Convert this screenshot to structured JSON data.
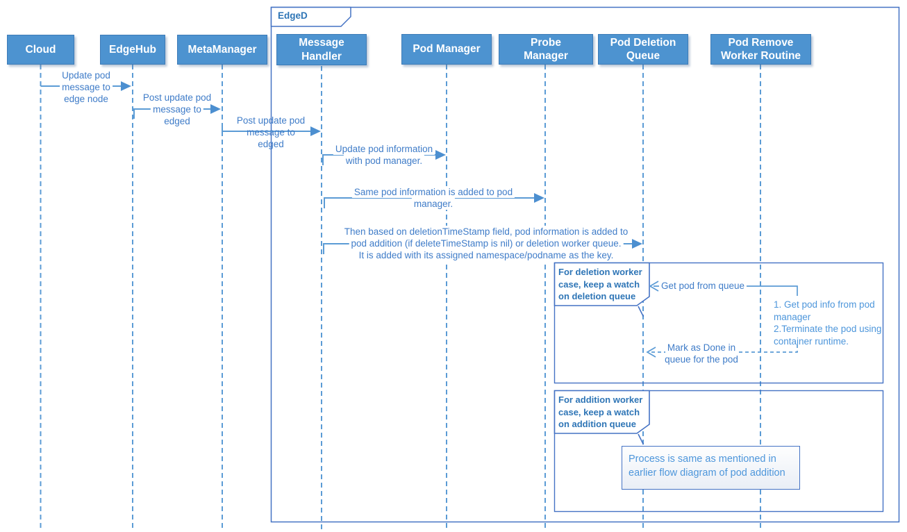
{
  "frame": {
    "label": "EdgeD"
  },
  "actors": [
    {
      "label": "Cloud"
    },
    {
      "label": "EdgeHub"
    },
    {
      "label": "MetaManager"
    },
    {
      "label": "Message Handler"
    },
    {
      "label": "Pod Manager"
    },
    {
      "label": "Probe Manager"
    },
    {
      "label": "Pod Deletion Queue"
    },
    {
      "label": "Pod Remove Worker Routine"
    }
  ],
  "messages": [
    {
      "from": "Cloud",
      "to": "EdgeHub",
      "lines": [
        "Update pod",
        "message to",
        "edge node"
      ]
    },
    {
      "from": "EdgeHub",
      "to": "MetaManager",
      "lines": [
        "Post update pod",
        "message to",
        "edged"
      ]
    },
    {
      "from": "MetaManager",
      "to": "Message Handler",
      "lines": [
        "Post update pod",
        "message to",
        "edged"
      ]
    },
    {
      "from": "Message Handler",
      "to": "Pod Manager",
      "lines": [
        "Update pod information",
        "with pod manager."
      ]
    },
    {
      "from": "Message Handler",
      "to": "Probe Manager",
      "lines": [
        "Same pod information is added to pod",
        "manager."
      ]
    },
    {
      "from": "Message Handler",
      "to": "Pod Deletion Queue",
      "lines": [
        "Then based on deletionTimeStamp field, pod information is added to",
        "pod addition (if deleteTimeStamp is nil) or deletion worker queue.",
        "It is added with its assigned namespace/podname as the key."
      ]
    },
    {
      "from": "Pod Remove Worker Routine",
      "to": "Pod Deletion Queue",
      "lines": [
        "Get pod from queue"
      ]
    },
    {
      "from": "Pod Remove Worker Routine",
      "to": "Pod Deletion Queue",
      "lines": [
        "Mark as Done in",
        "queue for the pod"
      ]
    }
  ],
  "callouts": [
    {
      "lines": [
        "For deletion worker",
        "case, keep a watch",
        "on deletion queue"
      ]
    },
    {
      "lines": [
        "For addition worker",
        "case, keep a watch",
        "on addition queue"
      ]
    }
  ],
  "notes": [
    {
      "lines": [
        "1. Get pod info from pod",
        "manager",
        "2.Terminate the pod using",
        "container runtime."
      ]
    },
    {
      "lines": [
        "Process is same as mentioned in",
        "earlier flow diagram of pod addition"
      ]
    }
  ],
  "colors": {
    "actor_fill": "#4D93D0",
    "actor_border": "#3D7BB7",
    "actor_text": "#FFFFFF",
    "lifeline_blue": "#5B9BD5",
    "frame_blue": "#4472C4",
    "message_text": "#3F7CC8",
    "callout_text": "#2E75B6",
    "note_text": "#4D96DB"
  }
}
